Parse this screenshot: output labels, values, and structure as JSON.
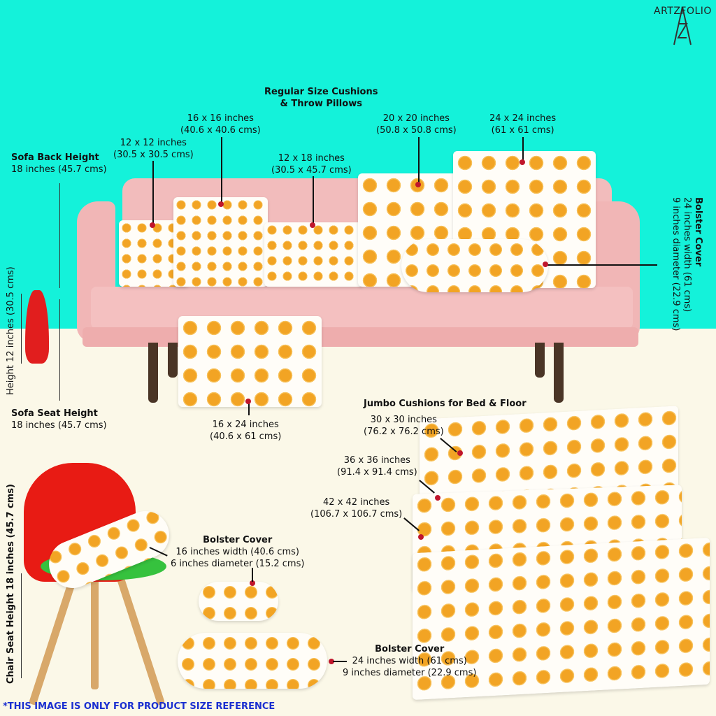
{
  "brand": {
    "logo_text": "ARTZFOLIO"
  },
  "labels": {
    "regular_title_1": "Regular Size Cushions",
    "regular_title_2": "& Throw Pillows",
    "c16_a": "16 x 16 inches",
    "c16_b": "(40.6 x 40.6 cms)",
    "c12_a": "12 x 12 inches",
    "c12_b": "(30.5 x 30.5 cms)",
    "c1218_a": "12 x 18 inches",
    "c1218_b": "(30.5 x 45.7 cms)",
    "c20_a": "20 x 20 inches",
    "c20_b": "(50.8 x 50.8 cms)",
    "c24_a": "24 x 24 inches",
    "c24_b": "(61 x 61 cms)",
    "sofa_back_title": "Sofa Back Height",
    "sofa_back_value": "18 inches (45.7 cms)",
    "vase_height": "Height 12 inches (30.5 cms)",
    "sofa_seat_title": "Sofa Seat Height",
    "sofa_seat_value": "18 inches (45.7 cms)",
    "c1624_a": "16 x 24 inches",
    "c1624_b": "(40.6 x 61 cms)",
    "bolster_right_title": "Bolster Cover",
    "bolster_right_w": "24 inches width (61 cms)",
    "bolster_right_d": "9 inches diameter (22.9 cms)",
    "jumbo_title": "Jumbo Cushions for Bed & Floor",
    "j30_a": "30 x 30 inches",
    "j30_b": "(76.2 x 76.2 cms)",
    "j36_a": "36 x 36 inches",
    "j36_b": "(91.4 x 91.4 cms)",
    "j42_a": "42 x 42 inches",
    "j42_b": "(106.7 x 106.7 cms)",
    "bolster_small_title": "Bolster Cover",
    "bolster_small_w": "16 inches width (40.6 cms)",
    "bolster_small_d": "6 inches diameter (15.2 cms)",
    "bolster_large_title": "Bolster Cover",
    "bolster_large_w": "24 inches width (61 cms)",
    "bolster_large_d": "9 inches diameter (22.9 cms)",
    "chair_seat": "Chair Seat Height 18 inches (45.7 cms)",
    "disclaimer": "*THIS IMAGE IS ONLY FOR PRODUCT SIZE REFERENCE"
  }
}
